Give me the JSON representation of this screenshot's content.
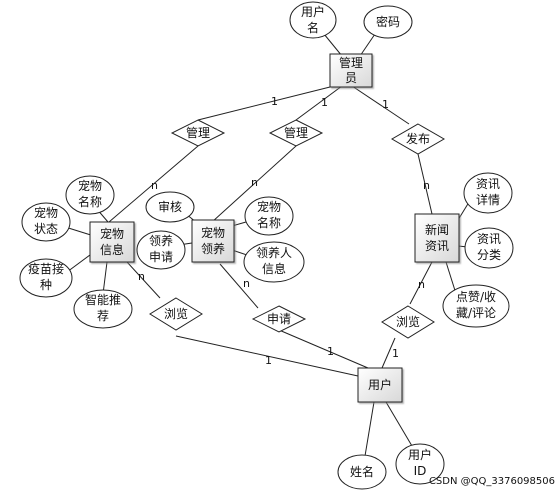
{
  "entities": {
    "admin": [
      "管理",
      "员"
    ],
    "pet_info": [
      "宠物",
      "信息"
    ],
    "pet_adopt": [
      "宠物",
      "领养"
    ],
    "news": [
      "新闻",
      "资讯"
    ],
    "user": [
      "用户"
    ]
  },
  "attributes": {
    "admin_username": [
      "用户",
      "名"
    ],
    "admin_password": [
      "密码"
    ],
    "pet_name": [
      "宠物",
      "名称"
    ],
    "pet_status": [
      "宠物",
      "状态"
    ],
    "pet_vaccine": [
      "疫苗接",
      "种"
    ],
    "pet_recommend": [
      "智能推",
      "荐"
    ],
    "adopt_review": [
      "审核"
    ],
    "adopt_apply": [
      "领养",
      "申请"
    ],
    "adopt_petname": [
      "宠物",
      "名称"
    ],
    "adopt_person": [
      "领养人",
      "信息"
    ],
    "news_detail": [
      "资讯",
      "详情"
    ],
    "news_category": [
      "资讯",
      "分类"
    ],
    "news_interact": [
      "点赞/收",
      "藏/评论"
    ],
    "user_name": [
      "姓名"
    ],
    "user_id": [
      "用户",
      "ID"
    ]
  },
  "relationships": {
    "manage1": "管理",
    "manage2": "管理",
    "publish": "发布",
    "browse1": "浏览",
    "apply": "申请",
    "browse2": "浏览"
  },
  "cardinalities": {
    "admin_manage1": "1",
    "admin_manage2": "1",
    "admin_publish": "1",
    "manage1_petinfo": "n",
    "manage2_adopt": "n",
    "publish_news": "n",
    "petinfo_browse": "n",
    "browse_user": "1",
    "adopt_apply": "n",
    "apply_user": "1",
    "news_browse": "n",
    "browse2_user": "1"
  },
  "watermark": "CSDN @QQ_3376098506"
}
